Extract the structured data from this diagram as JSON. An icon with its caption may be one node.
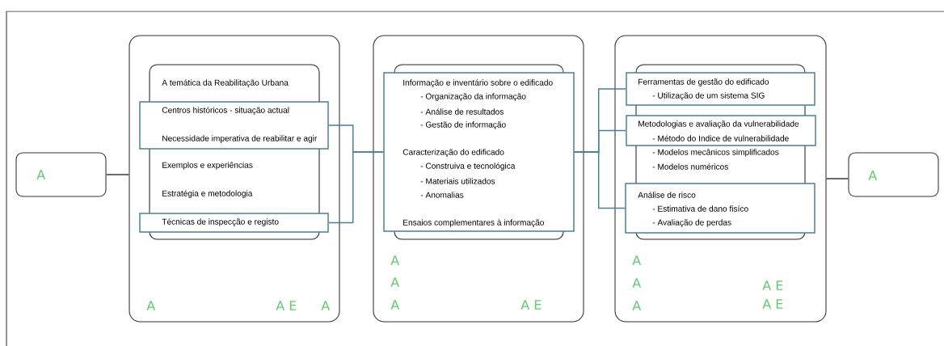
{
  "diagram": {
    "nodes": [
      {
        "text": [
          "A"
        ]
      },
      {
        "text": [
          "A",
          "A E",
          "A"
        ]
      },
      {
        "text": [
          "A temática da Reabilitação Urbana",
          "Exemplos e experiências",
          "Estratégia e metodologia"
        ],
        "in": 1
      },
      {
        "text": [
          "Centros históricos - situação actual",
          "Necessidade imperativa de reabilitar e agir"
        ],
        "in": 1
      },
      {
        "text": [
          "Técnicas de inspecção e registo"
        ],
        "in": 1
      },
      {
        "text": [
          "A",
          "A",
          "A",
          "A E"
        ]
      },
      {
        "text": [
          "Informação e inventário sobre o edificado",
          "- Organização da informação",
          "- Análise de resultados",
          "- Gestão de informação",
          "Caracterização do edificado",
          "- Construiva e tecnológica",
          "- Materiais utilizados",
          "- Anomalias",
          "Ensaios complementares à informação"
        ],
        "in": 5
      },
      {
        "text": [
          "A",
          "A",
          "A",
          "A E",
          "A E"
        ]
      },
      {
        "text": [
          "- Modelos mecânicos simplificados",
          "- Modelos numéricos"
        ],
        "in": 7
      },
      {
        "text": [
          "Ferramentas de gestão do edificado",
          "- Utilização de um sistema SIG"
        ],
        "in": 7
      },
      {
        "text": [
          "Metodologias e avaliação da vulnerabilidade",
          "- Método do Indice de vulnerabilidade"
        ],
        "in": 7
      },
      {
        "text": [
          "Análise de risco",
          "- Estimativa de dano fisíco",
          "- Avaliação de perdas"
        ],
        "in": 7
      },
      {
        "text": [
          "A"
        ]
      }
    ],
    "edges": [
      {
        "from": 0,
        "to": 1,
        "arrow": "none",
        "color": "#333333"
      },
      {
        "from": 3,
        "to": 6,
        "arrow": "none"
      },
      {
        "from": 4,
        "to": 6,
        "arrow": "none"
      },
      {
        "from": 6,
        "to": 9,
        "arrow": "none"
      },
      {
        "from": 6,
        "to": 10,
        "arrow": "none"
      },
      {
        "from": 6,
        "to": 11,
        "arrow": "none"
      },
      {
        "from": 7,
        "to": 12,
        "arrow": "none",
        "color": "#333333"
      }
    ]
  }
}
